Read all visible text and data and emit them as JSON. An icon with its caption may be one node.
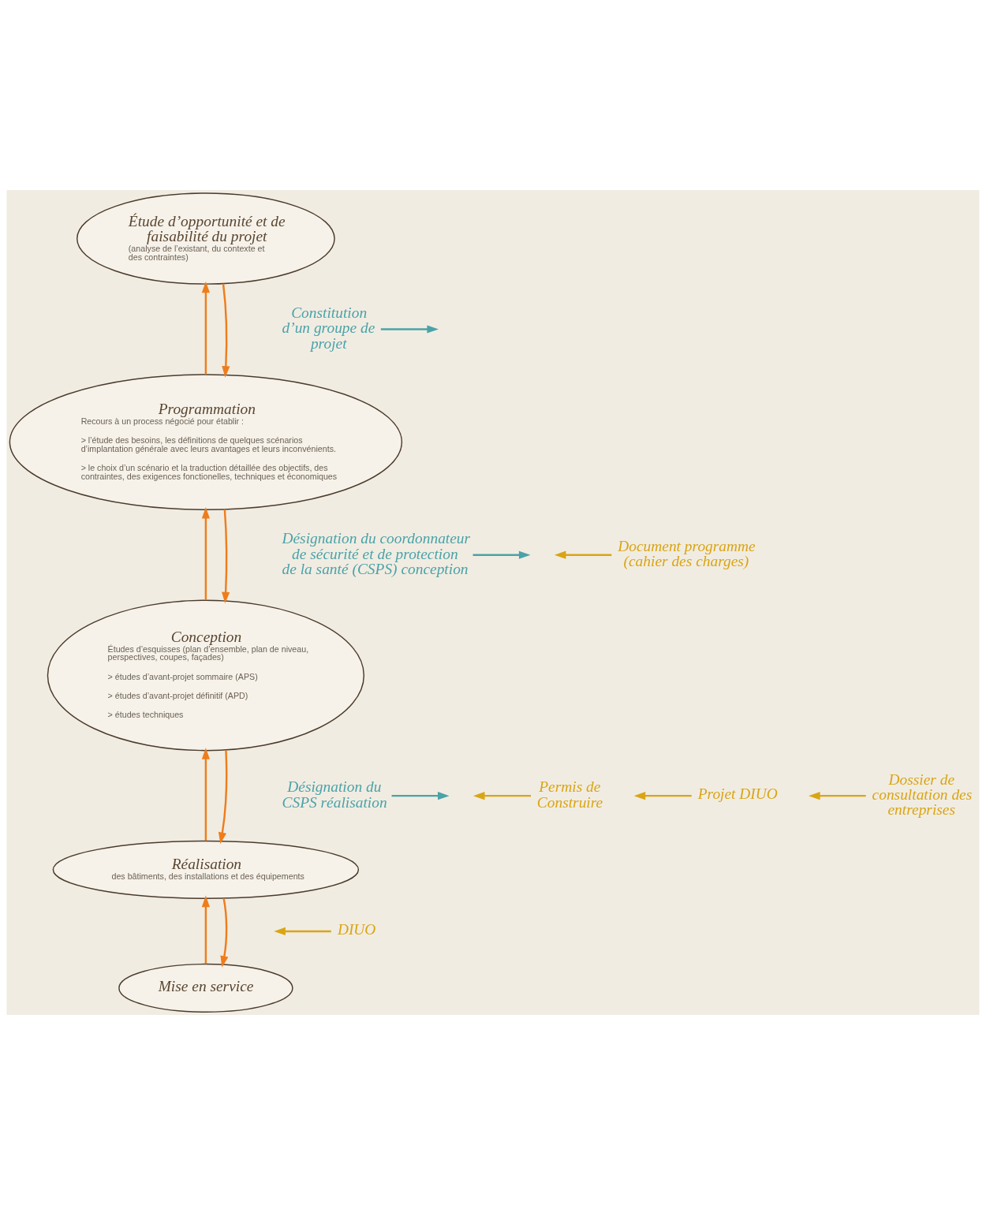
{
  "diagram": {
    "nodes": [
      {
        "text": [
          "Étude d’opportunité et de faisabilité du projet",
          "(analyse de l’existant, du contexte et des contraintes)"
        ]
      },
      {
        "text": [
          "Programmation",
          "Recours à un process négocié pour établir :",
          "> l’étude des besoins, les définitions de quelques scénarios d’implantation générale avec leurs avantages et leurs inconvénients.",
          "> le choix d’un scénario et la traduction détaillée des objectifs, des contraintes, des exigences fonctionelles, techniques et économiques"
        ]
      },
      {
        "text": [
          "Conception",
          "Études d’esquisses (plan d’ensemble, plan de niveau, perspectives, coupes, façades)",
          "> études d’avant-projet sommaire (APS)",
          "> études d’avant-projet définitif (APD)",
          "> études techniques"
        ]
      },
      {
        "text": [
          "Réalisation",
          "des bâtiments, des installations et des équipements"
        ]
      },
      {
        "text": [
          "Mise en service"
        ]
      },
      {
        "text": [
          "Constitution d’un groupe de projet"
        ]
      },
      {
        "text": [
          "Désignation du coordonnateur de sécurité et de protection de la santé (CSPS) conception"
        ]
      },
      {
        "text": [
          "Document programme (cahier des charges)"
        ]
      },
      {
        "text": [
          "Permis de Construire"
        ]
      },
      {
        "text": [
          "Projet DIUO"
        ]
      },
      {
        "text": [
          "Désignation du CSPS réalisation"
        ]
      },
      {
        "text": [
          "Dossier de consultation des entreprises"
        ]
      },
      {
        "text": [
          "DIUO"
        ]
      }
    ],
    "edges": [
      {
        "from": 1,
        "to": 0,
        "arrow": "to"
      },
      {
        "from": 0,
        "to": 1,
        "arrow": "to"
      },
      {
        "from": 2,
        "to": 1,
        "arrow": "to"
      },
      {
        "from": 1,
        "to": 2,
        "arrow": "to"
      },
      {
        "from": 3,
        "to": 2,
        "arrow": "to"
      },
      {
        "from": 2,
        "to": 3,
        "arrow": "to"
      },
      {
        "from": 4,
        "to": 3,
        "arrow": "to"
      },
      {
        "from": 3,
        "to": 4,
        "arrow": "to"
      },
      {
        "from": 5,
        "to": null,
        "arrow": "to",
        "color": "#4aa3a8"
      },
      {
        "from": 6,
        "to": null,
        "arrow": "to",
        "color": "#4aa3a8"
      },
      {
        "from": 7,
        "to": null,
        "arrow": "to",
        "color": "#d9a514"
      },
      {
        "from": 8,
        "to": null,
        "arrow": "to",
        "color": "#d9a514"
      },
      {
        "from": 9,
        "to": null,
        "arrow": "to",
        "color": "#d9a514"
      },
      {
        "from": 10,
        "to": null,
        "arrow": "to",
        "color": "#4aa3a8"
      },
      {
        "from": 11,
        "to": null,
        "arrow": "to",
        "color": "#d9a514"
      },
      {
        "from": 12,
        "to": null,
        "arrow": "to",
        "color": "#d9a514"
      }
    ]
  }
}
